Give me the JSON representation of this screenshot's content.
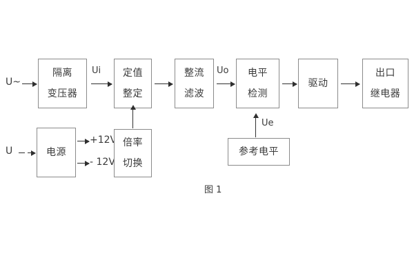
{
  "figure": {
    "caption": "图 1",
    "line_color": "#8a8a8a",
    "arrow_color": "#2f2f2f",
    "text_color": "#3a3a3a",
    "background": "#ffffff"
  },
  "blocks": [
    {
      "id": "isolation-transformer",
      "line1": "隔离",
      "line2": "变压器"
    },
    {
      "id": "setting-value",
      "line1": "定值",
      "line2": "整定"
    },
    {
      "id": "rectify-filter",
      "line1": "整流",
      "line2": "滤波"
    },
    {
      "id": "level-detection",
      "line1": "电平",
      "line2": "检测"
    },
    {
      "id": "drive",
      "line1": "驱动",
      "line2": ""
    },
    {
      "id": "output-relay",
      "line1": "出口",
      "line2": "继电器"
    },
    {
      "id": "power-supply",
      "line1": "电源",
      "line2": ""
    },
    {
      "id": "multiplier-switch",
      "line1": "倍率",
      "line2": "切换"
    },
    {
      "id": "reference-level",
      "line1": "参考电平",
      "line2": ""
    }
  ],
  "signals": {
    "input_ac": "U~",
    "input_dc": "U",
    "ui": "Ui",
    "uo": "Uo",
    "ue": "Ue",
    "pos12v": "+12V",
    "neg12v": "- 12V"
  }
}
